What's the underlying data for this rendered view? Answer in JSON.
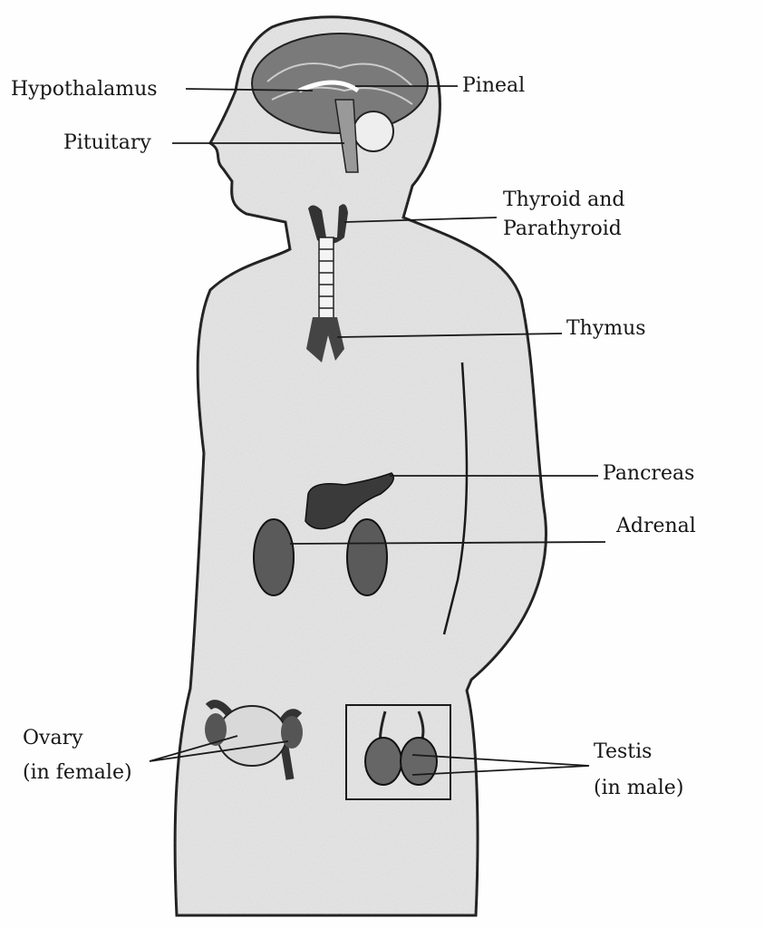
{
  "title": "Endocrine glands in the human body",
  "labels": {
    "hypothalamus": "Hypothalamus",
    "pineal": "Pineal",
    "pituitary": "Pituitary",
    "thyroid_1": "Thyroid and",
    "thyroid_2": "Parathyroid",
    "thymus": "Thymus",
    "pancreas": "Pancreas",
    "adrenal": "Adrenal",
    "ovary_1": "Ovary",
    "ovary_2": "(in female)",
    "testis_1": "Testis",
    "testis_2": "(in male)"
  },
  "colors": {
    "body_fill": "#e4e4e4",
    "outline": "#1a1a1a",
    "organ": "#5a5a5a"
  }
}
